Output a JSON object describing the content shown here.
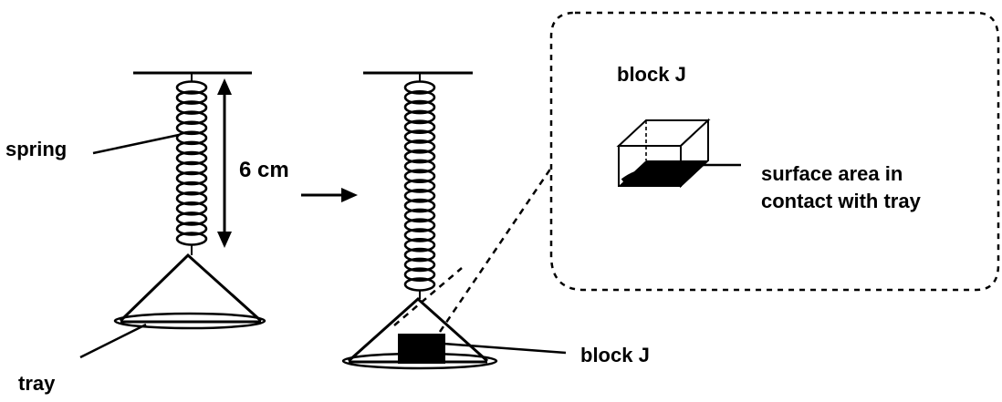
{
  "labels": {
    "spring": "spring",
    "length": "6 cm",
    "tray": "tray",
    "block_inset": "block J",
    "block_right": "block J",
    "surface_line1": "surface area in",
    "surface_line2": "contact with tray"
  },
  "colors": {
    "ink": "#000000",
    "background": "#ffffff"
  }
}
